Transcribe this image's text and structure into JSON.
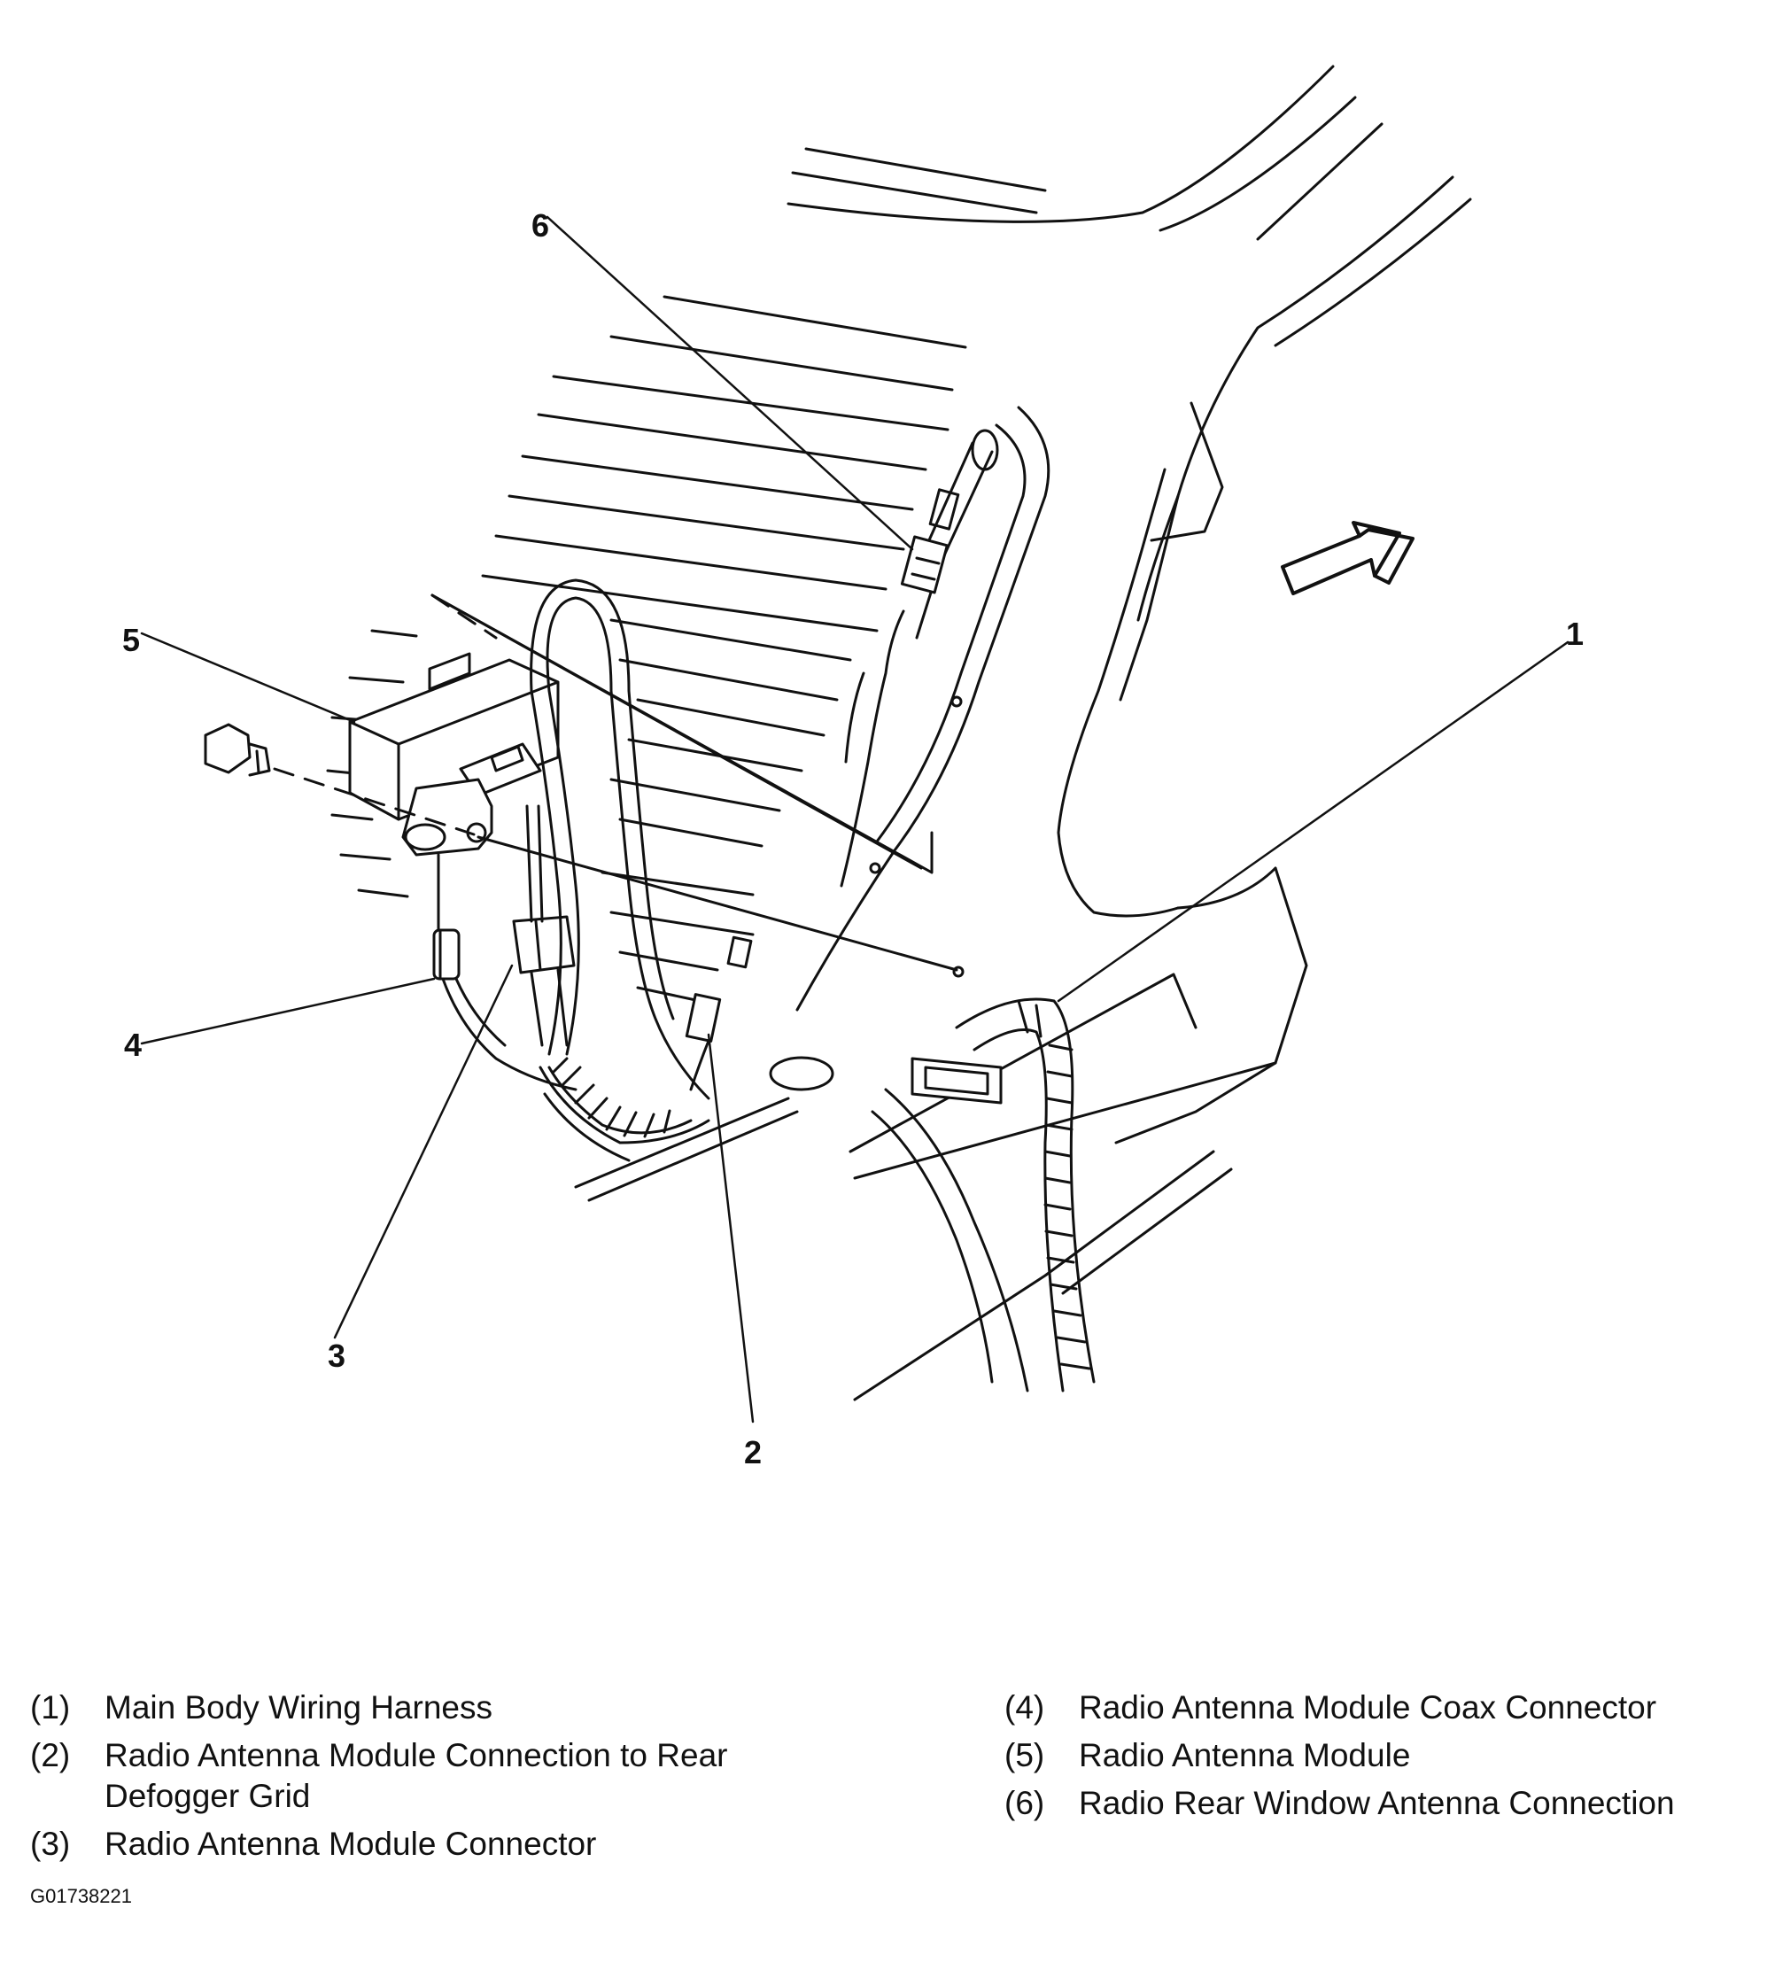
{
  "callouts": [
    "1",
    "2",
    "3",
    "4",
    "5",
    "6"
  ],
  "legend": {
    "column1": [
      {
        "num": "(1)",
        "text": "Main Body Wiring Harness"
      },
      {
        "num": "(2)",
        "text": "Radio Antenna Module Connection to Rear Defogger Grid"
      },
      {
        "num": "(3)",
        "text": "Radio Antenna Module Connector"
      }
    ],
    "column2": [
      {
        "num": "(4)",
        "text": "Radio Antenna Module Coax Connector"
      },
      {
        "num": "(5)",
        "text": "Radio Antenna Module"
      },
      {
        "num": "(6)",
        "text": "Radio Rear Window Antenna Connection"
      }
    ]
  },
  "figure_id": "G01738221"
}
